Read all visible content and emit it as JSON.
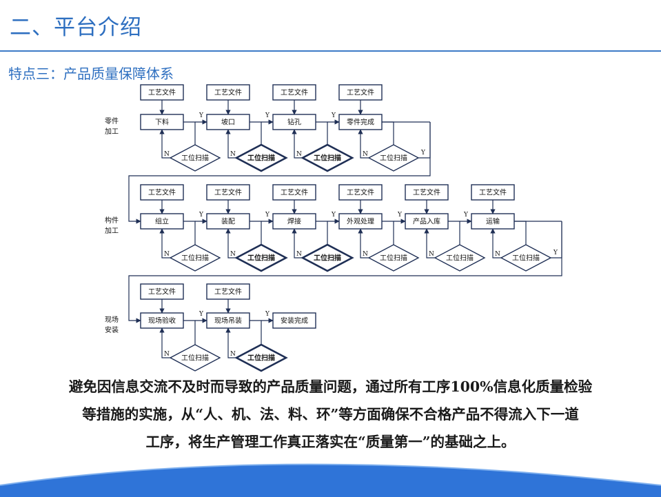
{
  "title": "二、平台介绍",
  "subtitle": "特点三：产品质量保障体系",
  "doc_label": "工艺文件",
  "scan_label": "工位扫描",
  "yes_label": "Y",
  "no_label": "N",
  "sections": [
    {
      "label_line1": "零件",
      "label_line2": "加工",
      "steps": [
        "下料",
        "坡口",
        "钻孔",
        "零件完成"
      ]
    },
    {
      "label_line1": "构件",
      "label_line2": "加工",
      "steps": [
        "组立",
        "装配",
        "焊接",
        "外观处理",
        "产品入库",
        "运输"
      ]
    },
    {
      "label_line1": "现场",
      "label_line2": "安装",
      "steps": [
        "现场验收",
        "现场吊装",
        "安装完成"
      ]
    }
  ],
  "body_lines": [
    "避免因信息交流不及时而导致的产品质量问题，通过所有工序100%信息化质量检验",
    "等措施的实施，从“人、机、法、料、环”等方面确保不合格产品不得流入下一道",
    "工序，将生产管理工作真正落实在“质量第一”的基础之上。"
  ],
  "colors": {
    "accent": "#2e6fc0",
    "line": "#1f2f55",
    "wave": "#2f74d8"
  }
}
